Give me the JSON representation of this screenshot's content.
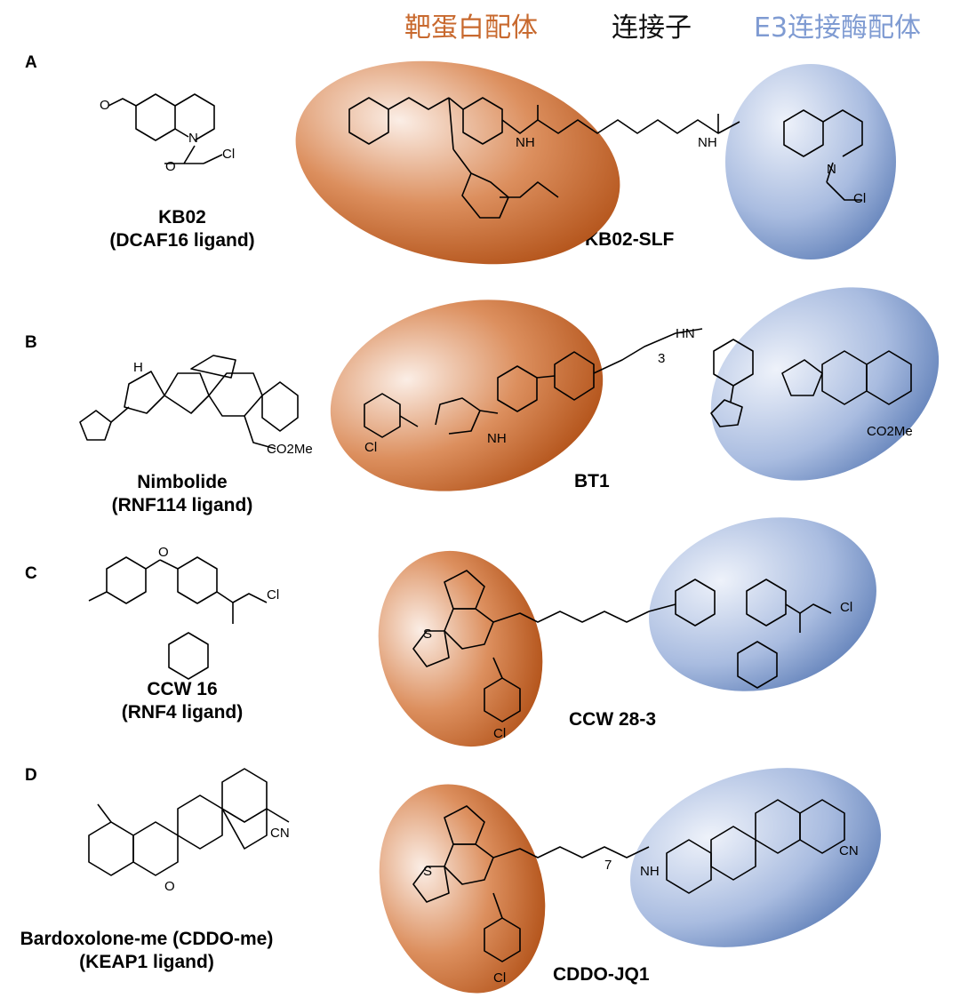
{
  "header": {
    "target_ligand": "靶蛋白配体",
    "linker": "连接子",
    "e3_ligand": "E3连接酶配体"
  },
  "colors": {
    "target": "#c8692e",
    "linker": "#111111",
    "e3": "#7f9bd2"
  },
  "panels": [
    {
      "letter": "A",
      "ligand_name": "KB02",
      "ligand_target": "(DCAF16 ligand)",
      "conjugate": "KB02-SLF"
    },
    {
      "letter": "B",
      "ligand_name": "Nimbolide",
      "ligand_target": "(RNF114 ligand)",
      "conjugate": "BT1"
    },
    {
      "letter": "C",
      "ligand_name": "CCW 16",
      "ligand_target": "(RNF4 ligand)",
      "conjugate": "CCW 28-3"
    },
    {
      "letter": "D",
      "ligand_name": "Bardoxolone-me (CDDO-me)",
      "ligand_target": "(KEAP1 ligand)",
      "conjugate": "CDDO-JQ1"
    }
  ],
  "atoms": {
    "O": "O",
    "N": "N",
    "H": "H",
    "NH": "NH",
    "HN": "HN",
    "S": "S",
    "Cl": "Cl",
    "CN": "CN",
    "CO2Me": "CO2Me",
    "n3": "3",
    "n7": "7"
  }
}
